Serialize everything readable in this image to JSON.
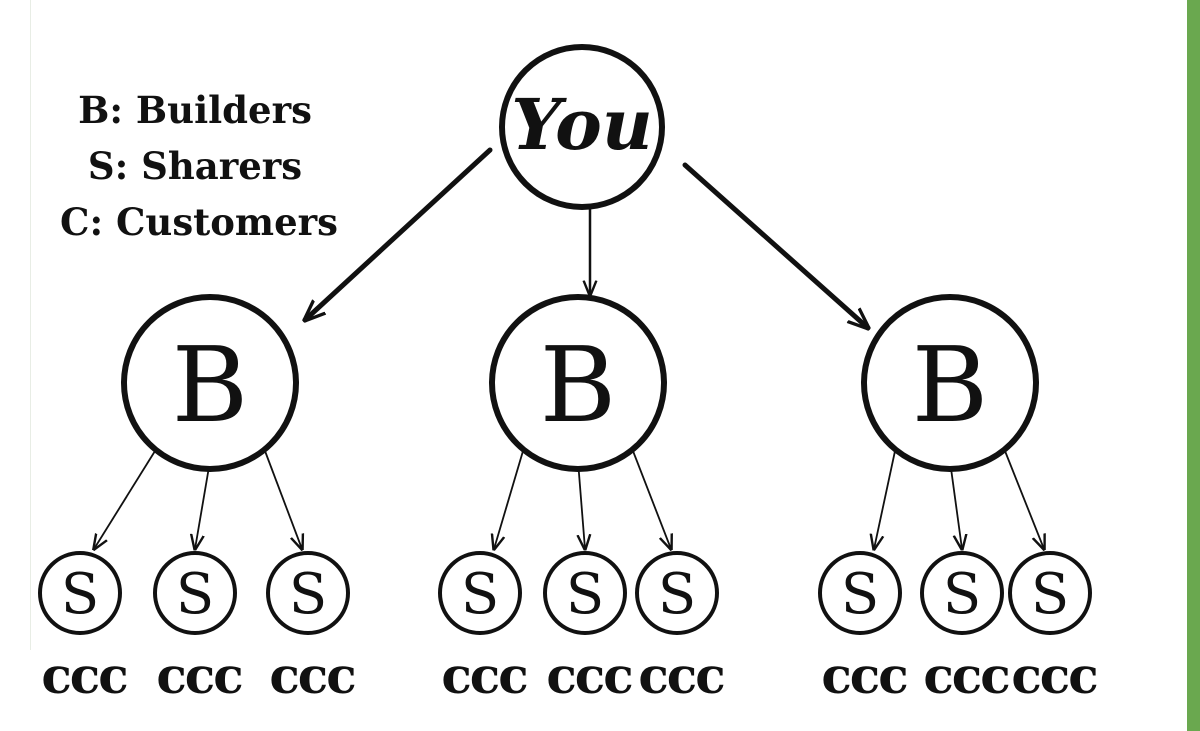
{
  "legend": [
    {
      "key": "B",
      "text": "B: Builders"
    },
    {
      "key": "S",
      "text": "S: Sharers"
    },
    {
      "key": "C",
      "text": "C: Customers"
    }
  ],
  "root": {
    "label": "You"
  },
  "builders": [
    {
      "label": "B",
      "sharers": [
        {
          "label": "S",
          "customers": "ccc"
        },
        {
          "label": "S",
          "customers": "ccc"
        },
        {
          "label": "S",
          "customers": "ccc"
        }
      ]
    },
    {
      "label": "B",
      "sharers": [
        {
          "label": "S",
          "customers": "ccc"
        },
        {
          "label": "S",
          "customers": "ccc"
        },
        {
          "label": "S",
          "customers": "ccc"
        }
      ]
    },
    {
      "label": "B",
      "sharers": [
        {
          "label": "S",
          "customers": "ccc"
        },
        {
          "label": "S",
          "customers": "ccc"
        },
        {
          "label": "S",
          "customers": "ccc"
        }
      ]
    }
  ],
  "colors": {
    "ink": "#111111",
    "stripe": "#6aa84f"
  }
}
